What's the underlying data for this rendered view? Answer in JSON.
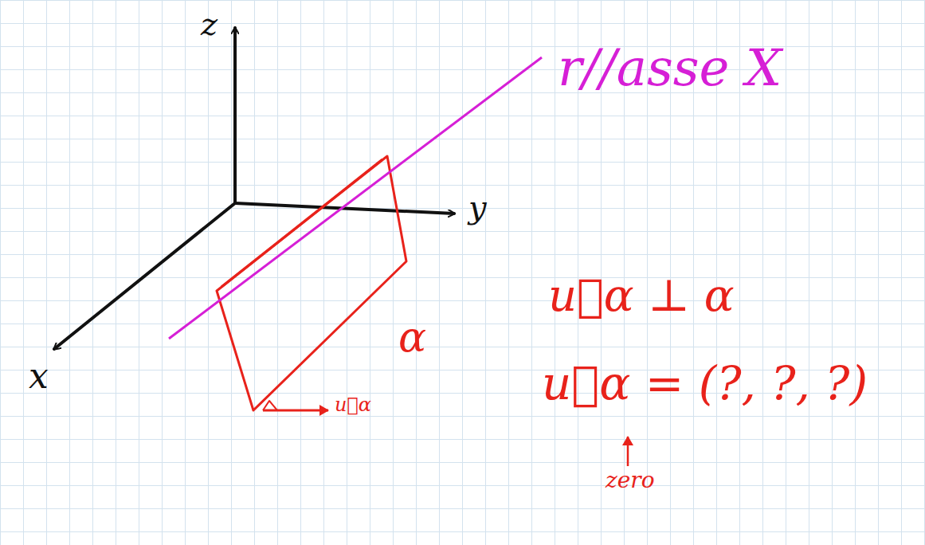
{
  "diagram": {
    "labels": [
      "z",
      "r//asse X",
      "y",
      "u⃗α ⊥ α",
      "α",
      "x",
      "u⃗α",
      "u⃗α = (?, ?, ?)",
      "zero"
    ]
  }
}
